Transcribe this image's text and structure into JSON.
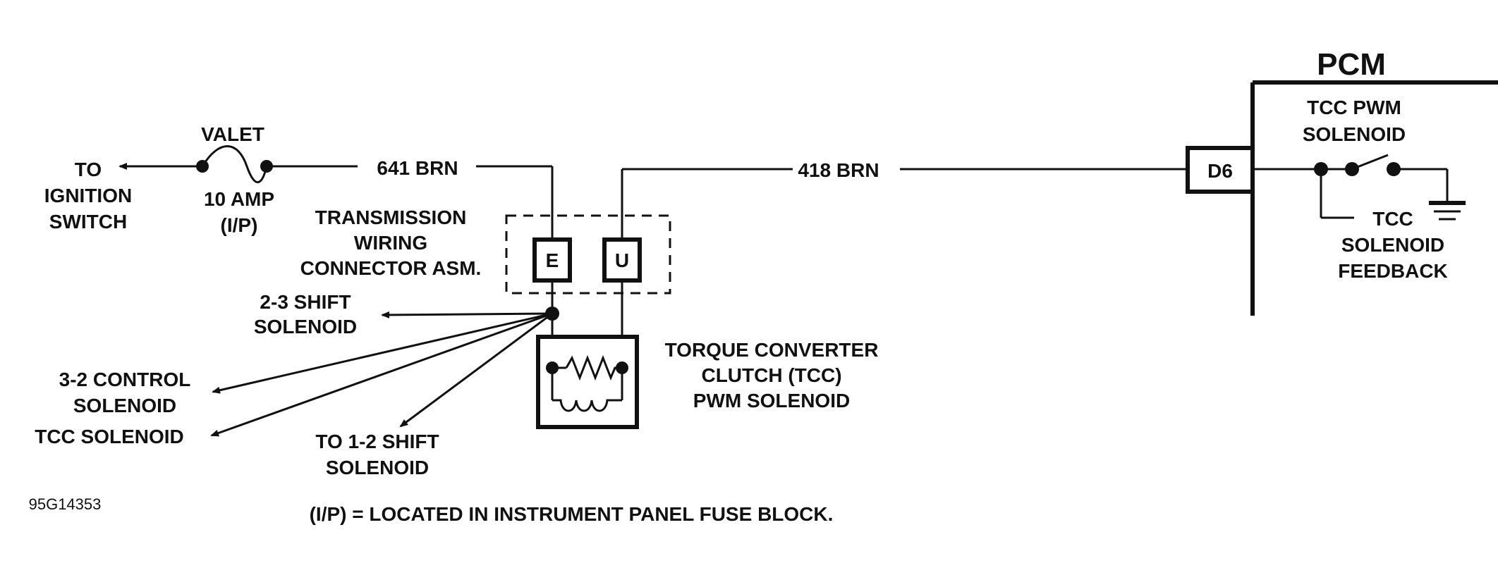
{
  "labels": {
    "to_ignition": [
      "TO",
      "IGNITION",
      "SWITCH"
    ],
    "valet": "VALET",
    "fuse": [
      "10 AMP",
      "(I/P)"
    ],
    "wire_641": "641 BRN",
    "wire_418": "418 BRN",
    "connector": [
      "TRANSMISSION",
      "WIRING",
      "CONNECTOR ASM."
    ],
    "pin_e": "E",
    "pin_u": "U",
    "pcm": "PCM",
    "pin_d6": "D6",
    "tcc_pwm": [
      "TCC PWM",
      "SOLENOID"
    ],
    "tcc_feedback": [
      "TCC",
      "SOLENOID",
      "FEEDBACK"
    ],
    "shift_23": [
      "2-3 SHIFT",
      "SOLENOID"
    ],
    "control_32": [
      "3-2 CONTROL",
      "SOLENOID"
    ],
    "tcc_solenoid": "TCC SOLENOID",
    "shift_12": [
      "TO 1-2 SHIFT",
      "SOLENOID"
    ],
    "tcc_pwm_solenoid": [
      "TORQUE CONVERTER",
      "CLUTCH (TCC)",
      "PWM SOLENOID"
    ],
    "figure_id": "95G14353",
    "footnote": "(I/P)  =  LOCATED IN INSTRUMENT PANEL FUSE BLOCK."
  }
}
